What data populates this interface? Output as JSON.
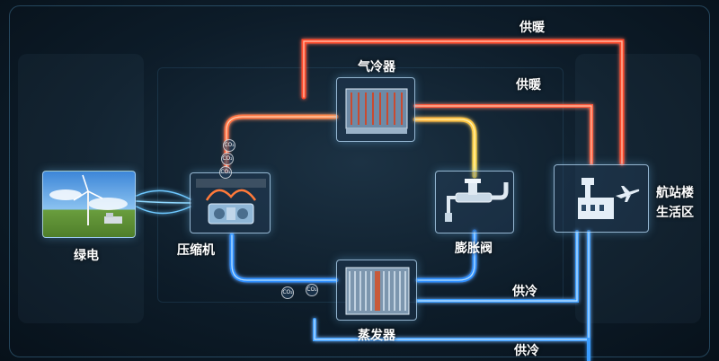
{
  "nodes": {
    "green_power": "绿电",
    "compressor": "压缩机",
    "gas_cooler": "气冷器",
    "expansion_valve": "膨胀阀",
    "evaporator": "蒸发器",
    "terminal_line1": "航站楼",
    "terminal_line2": "生活区"
  },
  "flows": {
    "heat_supply_top": "供暖",
    "heat_supply_mid": "供暖",
    "cool_supply_mid": "供冷",
    "cool_supply_bottom": "供冷"
  },
  "badges": [
    "CO₂",
    "CO₂",
    "CO₂",
    "CO₂",
    "CO₂"
  ],
  "colors": {
    "hot": "#ff5a3a",
    "warm": "#ffc23a",
    "cold": "#3a9dff",
    "frame": "#7fd0ff"
  },
  "icons": [
    "wind-turbine-icon",
    "compressor-icon",
    "gas-cooler-icon",
    "expansion-valve-icon",
    "evaporator-icon",
    "terminal-building-icon",
    "airplane-icon"
  ]
}
